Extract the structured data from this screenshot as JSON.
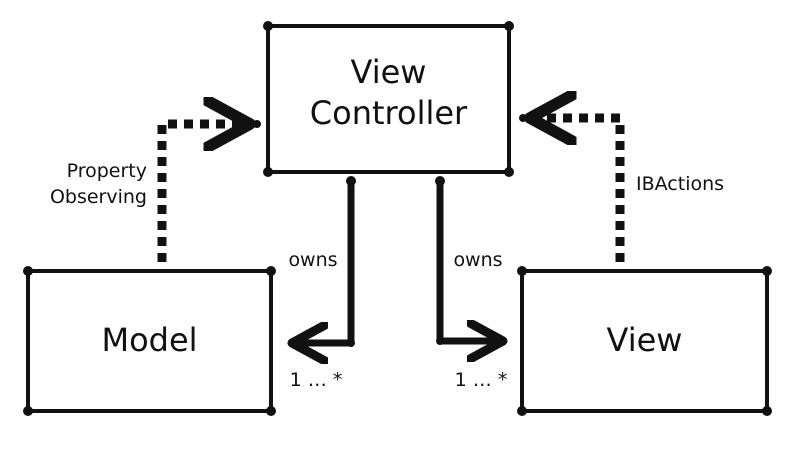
{
  "nodes": {
    "view_controller": {
      "line1": "View",
      "line2": "Controller"
    },
    "model": {
      "label": "Model"
    },
    "view": {
      "label": "View"
    }
  },
  "edges": {
    "property_observing": {
      "line1": "Property",
      "line2": "Observing"
    },
    "ibactions": {
      "label": "IBActions"
    },
    "owns_model": {
      "label": "owns",
      "multiplicity": "1 … *"
    },
    "owns_view": {
      "label": "owns",
      "multiplicity": "1 … *"
    }
  }
}
